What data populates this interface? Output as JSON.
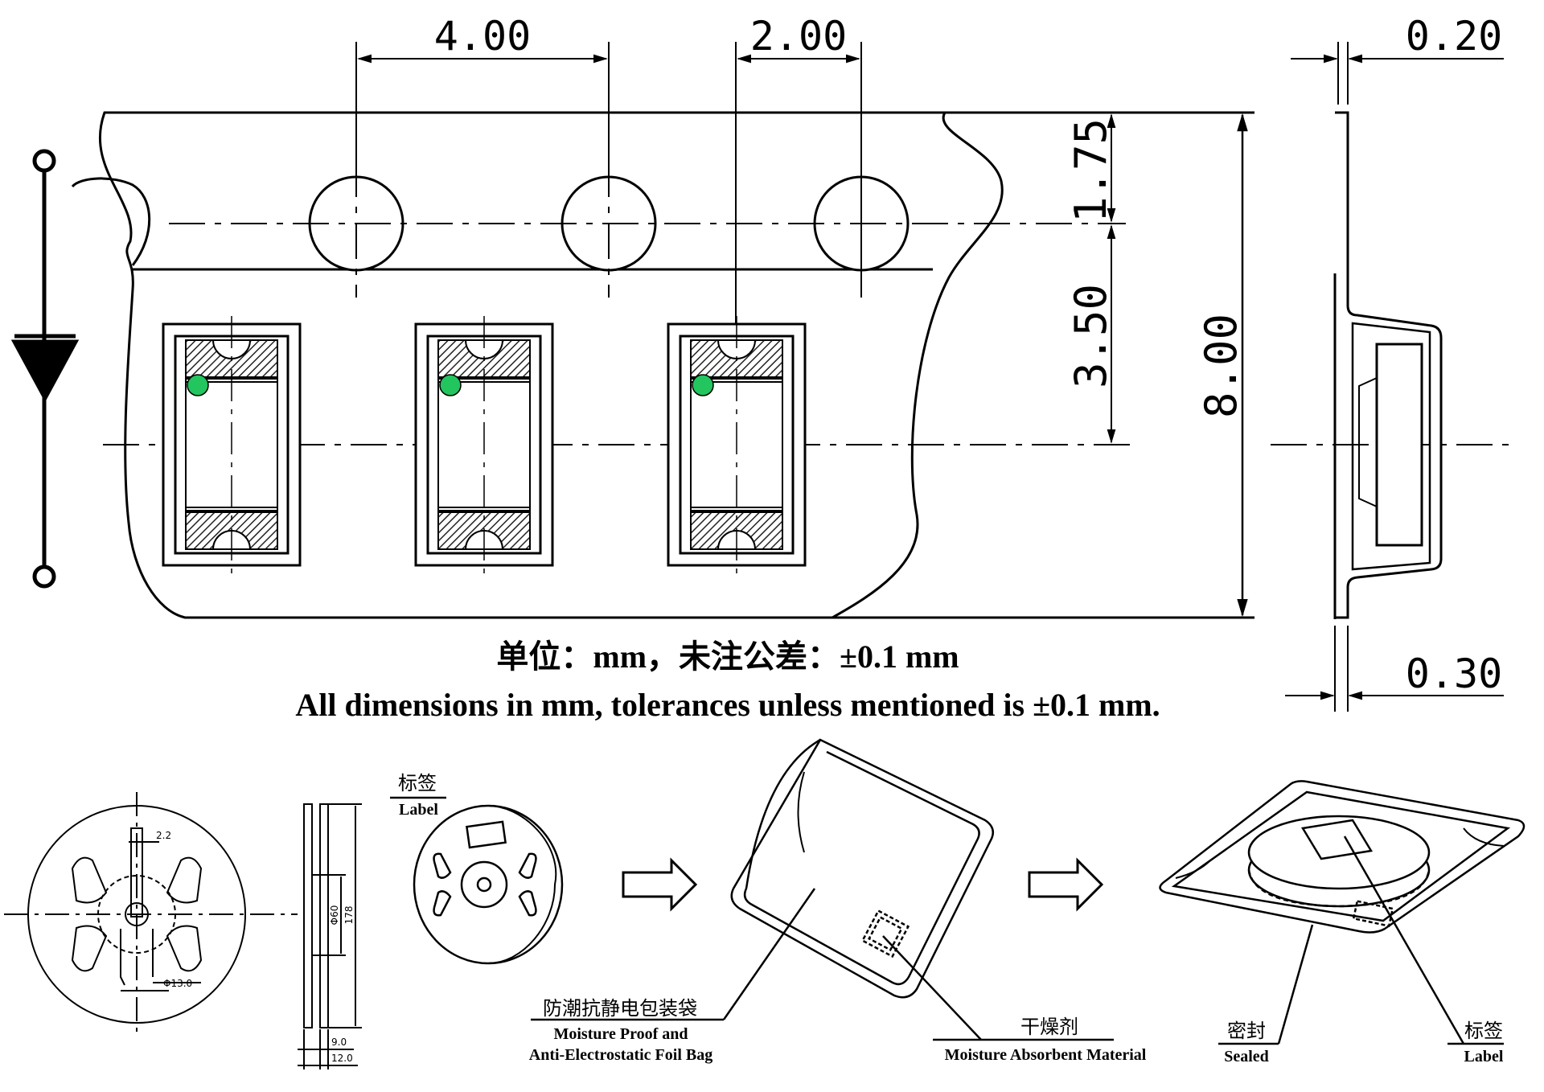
{
  "dimensions": {
    "pitch": "4.00",
    "half_pitch": "2.00",
    "hole_offset": "1.75",
    "cavity_offset": "3.50",
    "tape_width": "8.00",
    "cover_thickness": "0.20",
    "carrier_thickness": "0.30"
  },
  "notes": {
    "cn": "单位：mm，未注公差：±0.1 mm",
    "en": "All dimensions in mm, tolerances unless mentioned is  ±0.1 mm."
  },
  "reel": {
    "hub_slot": "2.2",
    "hub_dia": "Φ13.0",
    "inner_dia": "Φ60",
    "outer_dia": "178",
    "width_inner": "9.0",
    "width_outer": "12.0"
  },
  "packaging": {
    "label_cn": "标签",
    "label_en": "Label",
    "bag_cn": "防潮抗静电包装袋",
    "bag_en_1": "Moisture Proof and",
    "bag_en_2": "Anti-Electrostatic Foil Bag",
    "desiccant_cn": "干燥剂",
    "desiccant_en": "Moisture Absorbent Material",
    "sealed_cn": "密封",
    "sealed_en": "Sealed",
    "label2_cn": "标签",
    "label2_en": "Label"
  },
  "colors": {
    "line": "#000000",
    "led_dot": "#22c55e",
    "hatch": "#333333"
  }
}
